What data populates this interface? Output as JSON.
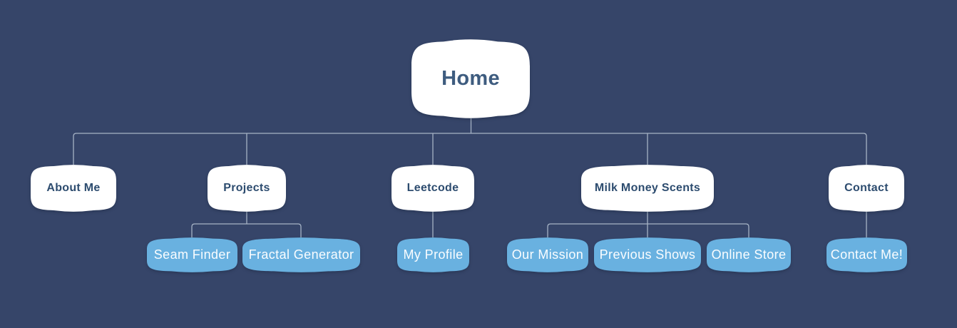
{
  "tree": {
    "root": {
      "label": "Home"
    },
    "children": [
      {
        "label": "About Me",
        "children": []
      },
      {
        "label": "Projects",
        "children": [
          {
            "label": "Seam Finder"
          },
          {
            "label": "Fractal Generator"
          }
        ]
      },
      {
        "label": "Leetcode",
        "children": [
          {
            "label": "My Profile"
          }
        ]
      },
      {
        "label": "Milk Money Scents",
        "children": [
          {
            "label": "Our Mission"
          },
          {
            "label": "Previous Shows"
          },
          {
            "label": "Online Store"
          }
        ]
      },
      {
        "label": "Contact",
        "children": [
          {
            "label": "Contact Me!"
          }
        ]
      }
    ]
  },
  "colors": {
    "background": "#364569",
    "node_white": "#ffffff",
    "node_blue": "#69b1e0",
    "connector": "#a6b3c5",
    "text_root": "#3e5c7f",
    "text_level2": "#2d4c6f",
    "text_level3": "#fafdff"
  }
}
